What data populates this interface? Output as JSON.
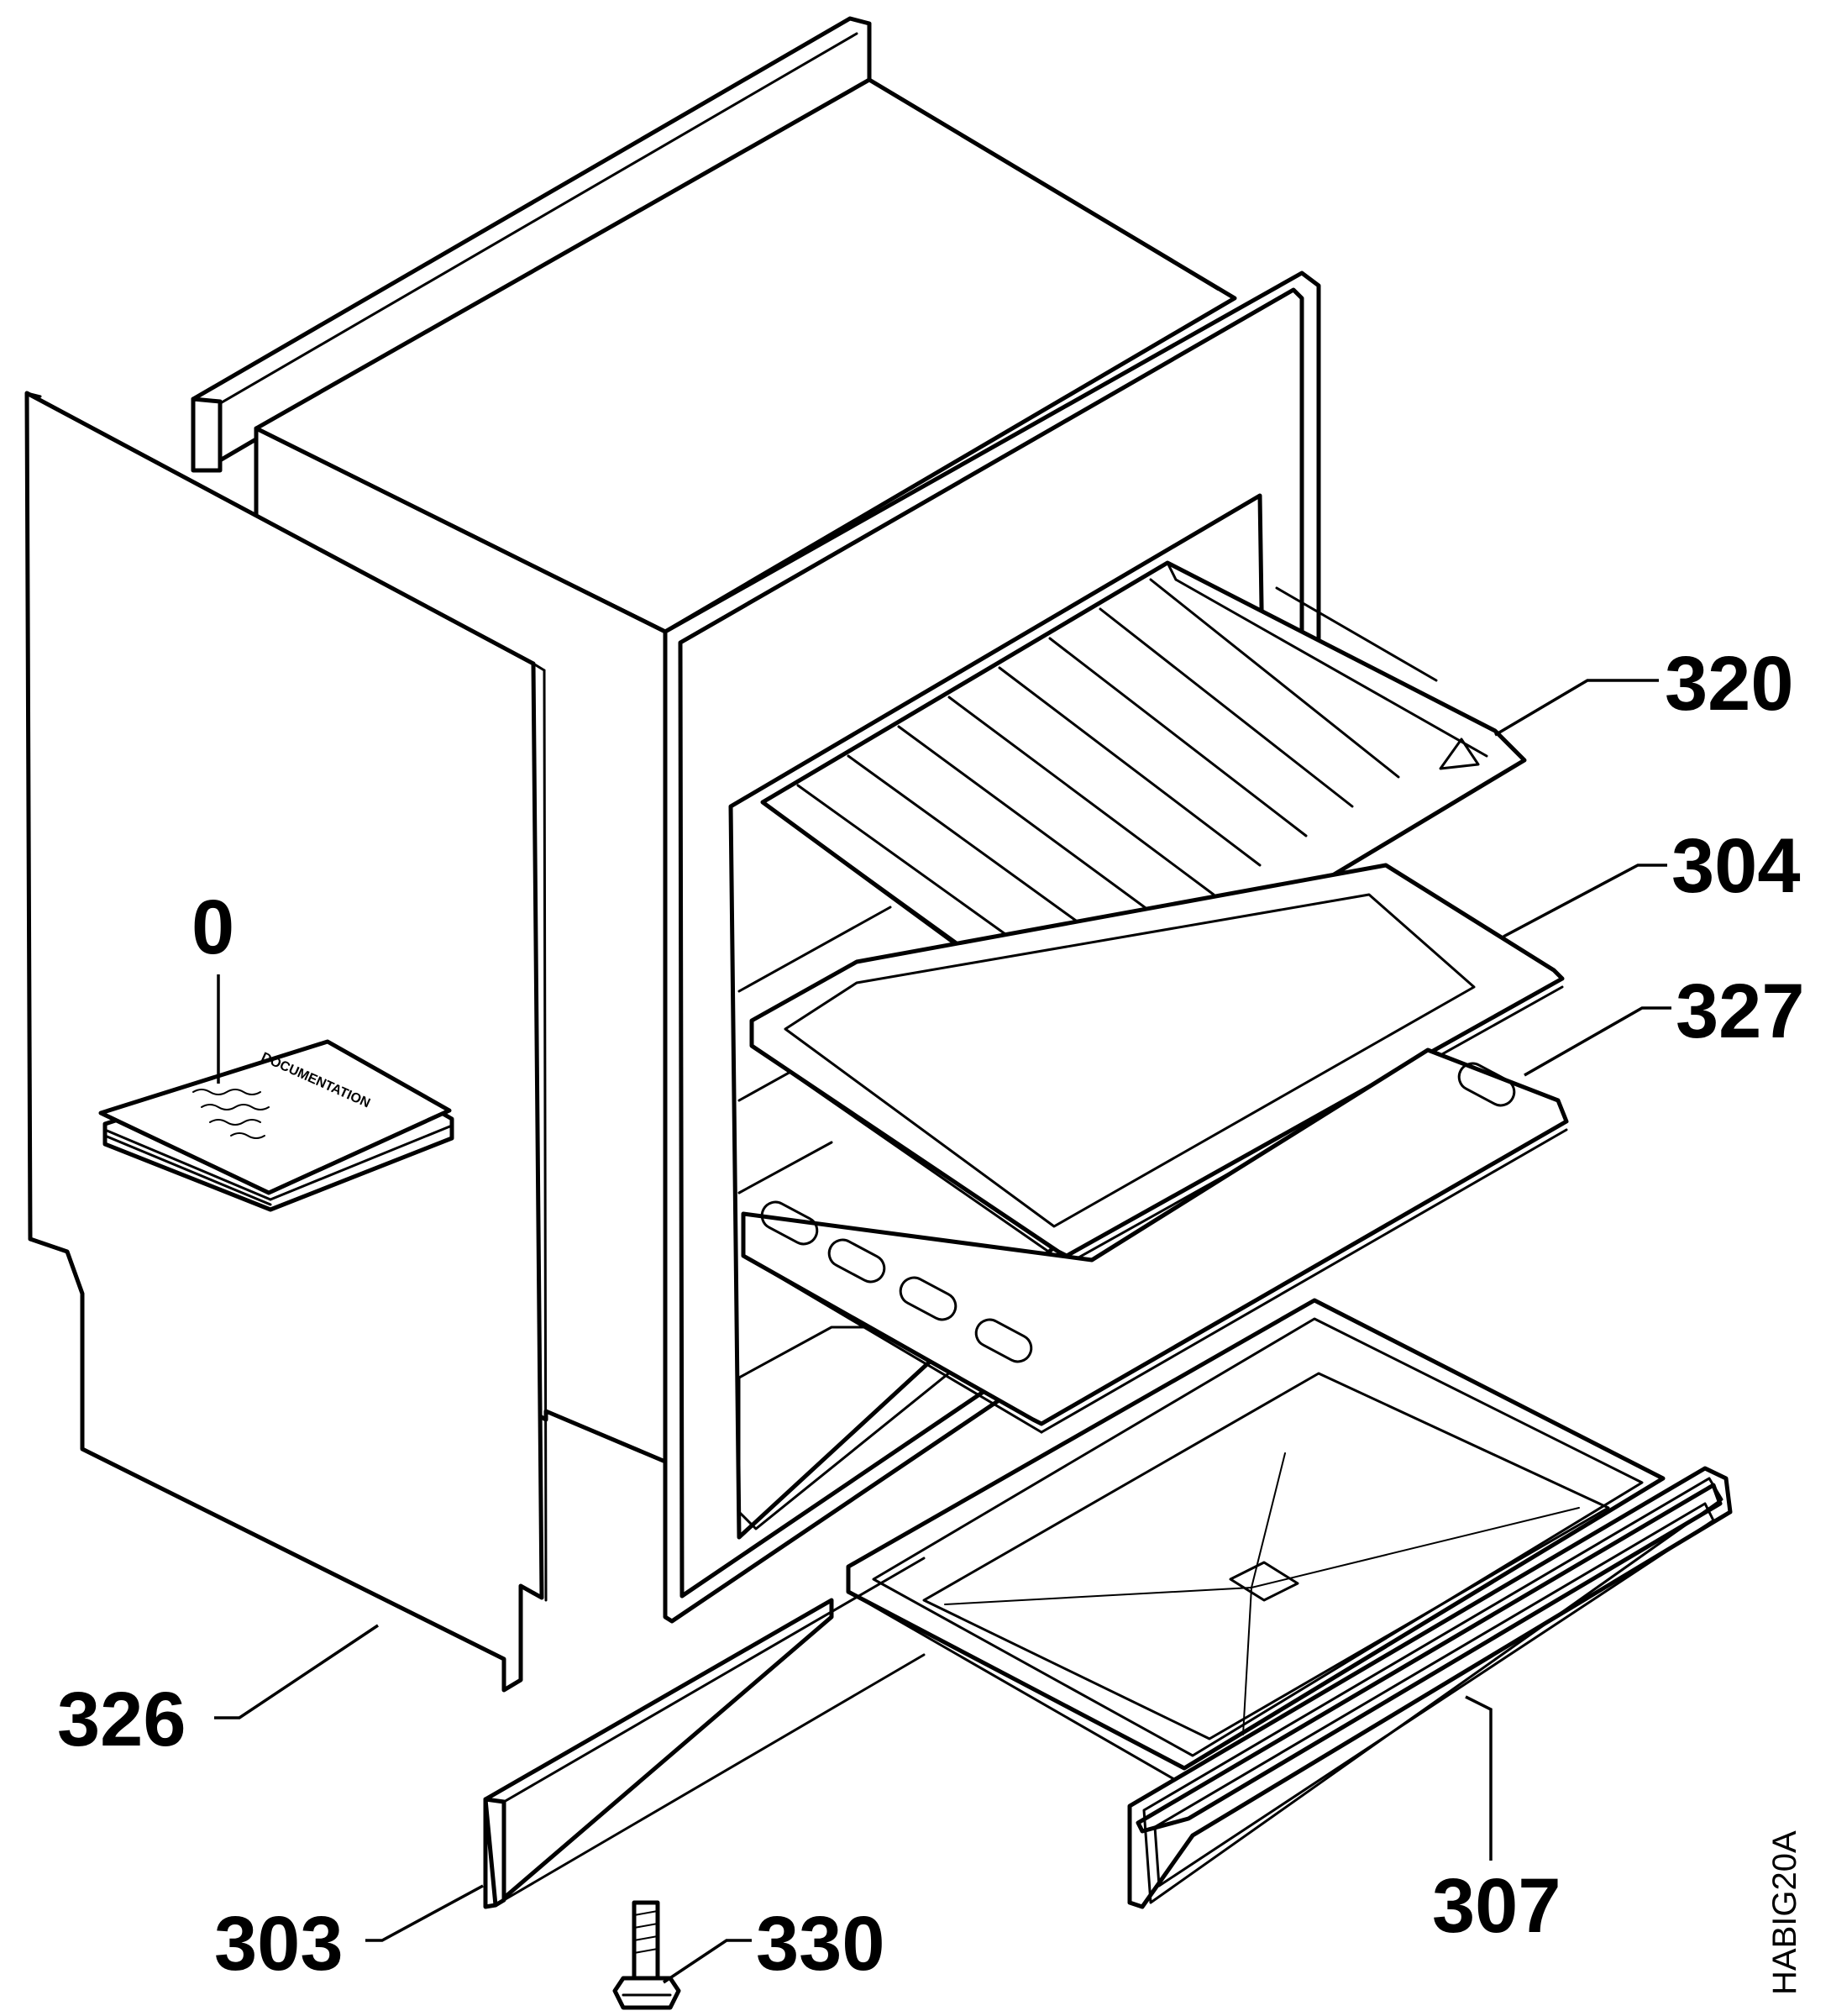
{
  "callouts": {
    "c320": "320",
    "c304": "304",
    "c327": "327",
    "c0": "0",
    "c326": "326",
    "c303": "303",
    "c330": "330",
    "c307": "307"
  },
  "booklet_title": "DOCUMENTATION",
  "drawing_code": "HABIG20A"
}
